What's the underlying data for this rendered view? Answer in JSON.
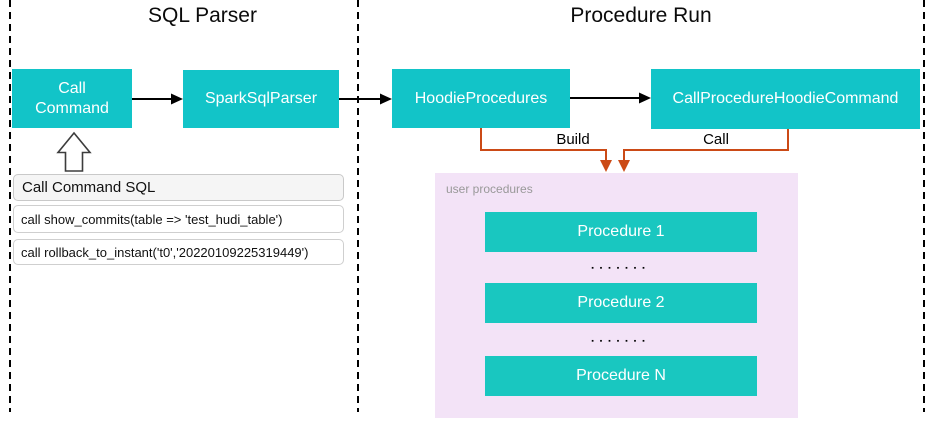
{
  "sections": {
    "sql_parser": {
      "title": "SQL Parser"
    },
    "procedure_run": {
      "title": "Procedure Run"
    }
  },
  "nodes": {
    "call_command": {
      "label": "Call Command"
    },
    "spark_sql_parser": {
      "label": "SparkSqlParser"
    },
    "hoodie_procedures": {
      "label": "HoodieProcedures"
    },
    "call_procedure_hoodie_command": {
      "label": "CallProcedureHoodieCommand"
    }
  },
  "edges": {
    "build": {
      "label": "Build"
    },
    "call": {
      "label": "Call"
    }
  },
  "sql_panel": {
    "title": "Call Command SQL",
    "rows": [
      {
        "sql": "call show_commits(table => 'test_hudi_table')"
      },
      {
        "sql": "call rollback_to_instant('t0','20220109225319449')"
      }
    ]
  },
  "procedures_group": {
    "label": "user procedures",
    "items": [
      {
        "label": "Procedure 1"
      },
      {
        "label": "Procedure 2"
      },
      {
        "label": "Procedure N"
      }
    ],
    "separator_dots": "▪▪▪▪▪▪▪"
  },
  "colors": {
    "node_teal": "#12c4c8",
    "procedure_teal": "#19c7c0",
    "connector_orange": "#cb4a16",
    "group_purple": "#f3e3f7",
    "group_label_gray": "#999999",
    "arrow_black": "#000000"
  }
}
